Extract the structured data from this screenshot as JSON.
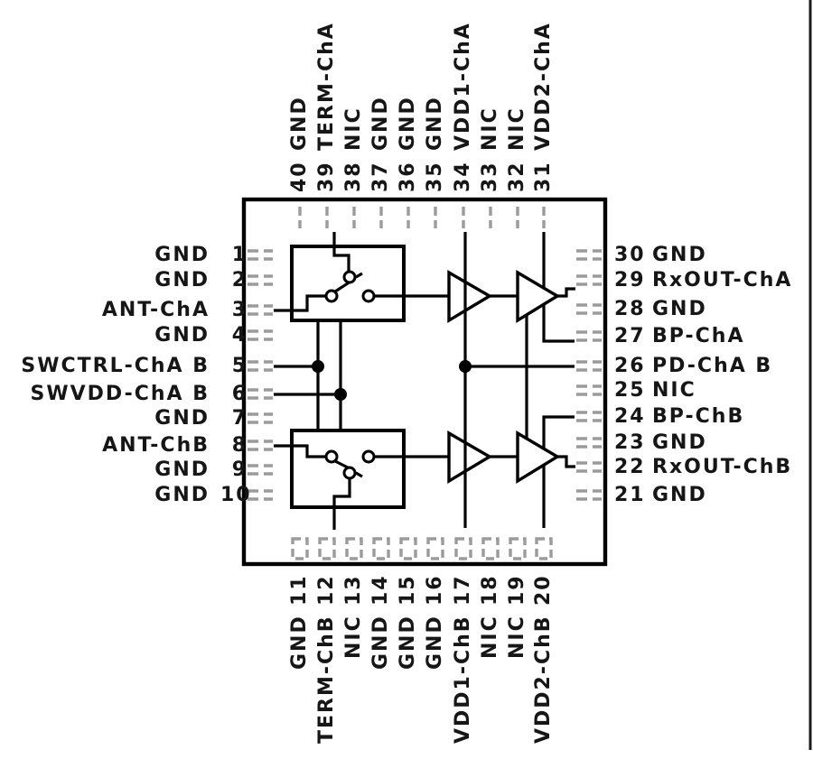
{
  "colors": {
    "wire": "#000000",
    "pad": "#9b9b9b",
    "text": "#161616",
    "background": "#ffffff"
  },
  "pins": {
    "top": [
      {
        "num": "40",
        "label": "GND"
      },
      {
        "num": "39",
        "label": "TERM-ChA"
      },
      {
        "num": "38",
        "label": "NIC"
      },
      {
        "num": "37",
        "label": "GND"
      },
      {
        "num": "36",
        "label": "GND"
      },
      {
        "num": "35",
        "label": "GND"
      },
      {
        "num": "34",
        "label": "VDD1-ChA"
      },
      {
        "num": "33",
        "label": "NIC"
      },
      {
        "num": "32",
        "label": "NIC"
      },
      {
        "num": "31",
        "label": "VDD2-ChA"
      }
    ],
    "bottom": [
      {
        "num": "11",
        "label": "GND"
      },
      {
        "num": "12",
        "label": "TERM-ChB"
      },
      {
        "num": "13",
        "label": "NIC"
      },
      {
        "num": "14",
        "label": "GND"
      },
      {
        "num": "15",
        "label": "GND"
      },
      {
        "num": "16",
        "label": "GND"
      },
      {
        "num": "17",
        "label": "VDD1-ChB"
      },
      {
        "num": "18",
        "label": "NIC"
      },
      {
        "num": "19",
        "label": "NIC"
      },
      {
        "num": "20",
        "label": "VDD2-ChB"
      }
    ],
    "left": [
      {
        "num": "1",
        "label": "GND"
      },
      {
        "num": "2",
        "label": "GND"
      },
      {
        "num": "3",
        "label": "ANT-ChA"
      },
      {
        "num": "4",
        "label": "GND"
      },
      {
        "num": "5",
        "label": "SWCTRL-ChA B"
      },
      {
        "num": "6",
        "label": "SWVDD-ChA B"
      },
      {
        "num": "7",
        "label": "GND"
      },
      {
        "num": "8",
        "label": "ANT-ChB"
      },
      {
        "num": "9",
        "label": "GND"
      },
      {
        "num": "10",
        "label": "GND"
      }
    ],
    "right": [
      {
        "num": "30",
        "label": "GND"
      },
      {
        "num": "29",
        "label": "RxOUT-ChA"
      },
      {
        "num": "28",
        "label": "GND"
      },
      {
        "num": "27",
        "label": "BP-ChA"
      },
      {
        "num": "26",
        "label": "PD-ChA B"
      },
      {
        "num": "25",
        "label": "NIC"
      },
      {
        "num": "24",
        "label": "BP-ChB"
      },
      {
        "num": "23",
        "label": "GND"
      },
      {
        "num": "22",
        "label": "RxOUT-ChB"
      },
      {
        "num": "21",
        "label": "GND"
      }
    ]
  }
}
